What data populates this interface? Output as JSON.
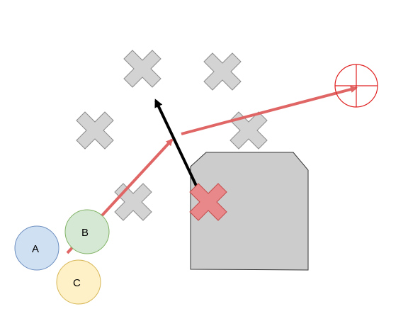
{
  "colors": {
    "cross_fill": "#d3d3d3",
    "cross_stroke": "#8c8c8c",
    "highlight_cross_fill": "#e8888a",
    "highlight_cross_stroke": "#c44b4b",
    "red_arrow": "#e06666",
    "black_arrow": "#000000",
    "target": "#e02020",
    "block_fill": "#cccccc",
    "block_stroke": "#333333",
    "circle_a_fill": "#cfe0f3",
    "circle_b_fill": "#d5e8d4",
    "circle_c_fill": "#fff1c7",
    "circle_a_stroke": "#6c8ebf",
    "circle_b_stroke": "#82b366",
    "circle_c_stroke": "#d6b656"
  },
  "nodes": {
    "a": {
      "label": "A"
    },
    "b": {
      "label": "B"
    },
    "c": {
      "label": "C"
    }
  }
}
